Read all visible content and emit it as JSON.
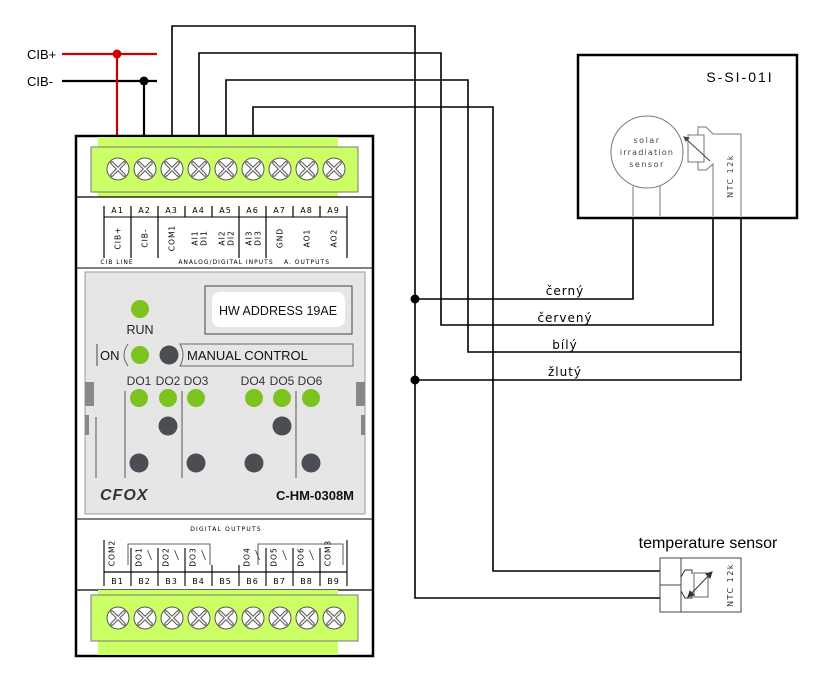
{
  "bus": {
    "cib_plus_label": "CIB+",
    "cib_minus_label": "CIB-",
    "cib_plus_color": "#cc0000",
    "cib_minus_color": "#000000"
  },
  "module": {
    "model": "C-HM-0308M",
    "brand": "CFOX",
    "hw_address": "HW ADDRESS 19AE",
    "run_label": "RUN",
    "on_label": "ON",
    "manual_control_label": "MANUAL CONTROL",
    "terminal_color": "#ccff66",
    "led_on_color": "#7dc31f",
    "led_off_color": "#4a4d52",
    "panel_color": "#e6e6e6",
    "top_terminals": [
      {
        "id": "A1",
        "label": "CIB+"
      },
      {
        "id": "A2",
        "label": "CIB-"
      },
      {
        "id": "A3",
        "label": "COM1"
      },
      {
        "id": "A4",
        "label": "AI1 DI1"
      },
      {
        "id": "A5",
        "label": "AI2 DI2"
      },
      {
        "id": "A6",
        "label": "AI3 DI3"
      },
      {
        "id": "A7",
        "label": "GND"
      },
      {
        "id": "A8",
        "label": "AO1"
      },
      {
        "id": "A9",
        "label": "AO2"
      }
    ],
    "top_groups": [
      "CIB LINE",
      "ANALOG/DIGITAL INPUTS",
      "A. OUTPUTS"
    ],
    "bottom_group": "DIGITAL OUTPUTS",
    "bottom_terminals": [
      {
        "id": "B1",
        "label": "COM2"
      },
      {
        "id": "B2",
        "label": "DO1"
      },
      {
        "id": "B3",
        "label": "DO2"
      },
      {
        "id": "B4",
        "label": "DO3"
      },
      {
        "id": "B5",
        "label": ""
      },
      {
        "id": "B6",
        "label": "DO4"
      },
      {
        "id": "B7",
        "label": "DO5"
      },
      {
        "id": "B8",
        "label": "DO6"
      },
      {
        "id": "B9",
        "label": "COM3"
      }
    ],
    "do_labels": [
      "DO1",
      "DO2",
      "DO3",
      "DO4",
      "DO5",
      "DO6"
    ]
  },
  "solar_sensor": {
    "title": "S-SI-01I",
    "sensor_text": [
      "solar",
      "irradiation",
      "sensor"
    ],
    "ntc_label": "NTC 12k"
  },
  "temp_sensor": {
    "title": "temperature sensor",
    "ntc_label": "NTC 12k"
  },
  "wires": {
    "labels": [
      "černý",
      "červený",
      "bílý",
      "žlutý"
    ]
  }
}
